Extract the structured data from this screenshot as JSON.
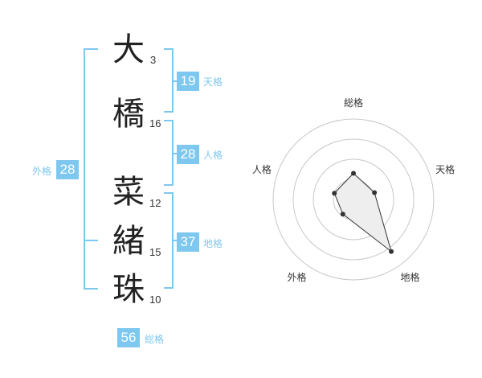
{
  "name_chars": [
    {
      "char": "大",
      "strokes": "3"
    },
    {
      "char": "橋",
      "strokes": "16"
    },
    {
      "char": "菜",
      "strokes": "12"
    },
    {
      "char": "緒",
      "strokes": "15"
    },
    {
      "char": "珠",
      "strokes": "10"
    }
  ],
  "fortunes": {
    "tenkaku": {
      "value": "19",
      "label": "天格"
    },
    "jinkaku": {
      "value": "28",
      "label": "人格"
    },
    "chikaku": {
      "value": "37",
      "label": "地格"
    },
    "gaikaku": {
      "value": "28",
      "label": "外格"
    },
    "soukaku": {
      "value": "56",
      "label": "総格"
    }
  },
  "chart_data": {
    "type": "radar",
    "axes": [
      "総格",
      "天格",
      "地格",
      "外格",
      "人格"
    ],
    "values": [
      1.3,
      1.1,
      3.2,
      0.9,
      1.0
    ],
    "rings": 4,
    "colors": {
      "ring": "#c8c8c8",
      "fill": "#eeeeee",
      "line": "#333333",
      "point": "#333333"
    }
  }
}
